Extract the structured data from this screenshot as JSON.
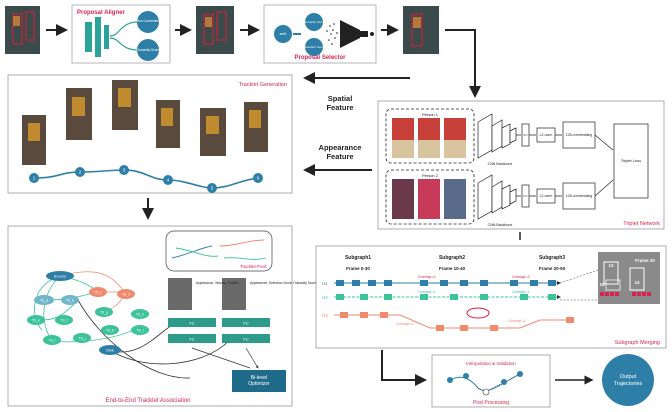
{
  "colors": {
    "teal": "#2e7fa8",
    "teal_light": "#6fb6c8",
    "green": "#3cc39a",
    "salmon": "#f08a6f",
    "red_text": "#d6244f",
    "purple": "#8a4fb5"
  },
  "top": {
    "aligner_title": "Proposal Aligner",
    "aligner_box_coord": "Box Coordinate",
    "aligner_humanity": "Humanity Score",
    "selector_title": "Proposal Selector",
    "selector_input": "auth",
    "selector_humanity": "Humanity Score",
    "selector_detection": "Detection Score"
  },
  "tracklet_gen": {
    "title": "Tracklet Generation",
    "nodes": [
      "1",
      "2",
      "3",
      "4",
      "5",
      "6"
    ]
  },
  "middle": {
    "spatial": "Spatial\nFeature",
    "appearance": "Appearance\nFeature"
  },
  "triplet": {
    "title": "Triplet Network",
    "person1": "Person 1",
    "person2": "Person 2",
    "backbone": "CNN Backbone",
    "fc": "FC",
    "l2norm": "L2-norm",
    "embedding": "128-d embedding",
    "loss": "Triplet Loss"
  },
  "e2e": {
    "title": "End-to-End Tracklet Association",
    "pool_title": "Tracklet Pool",
    "source": "Source",
    "sink": "Sink",
    "feat_left": "Appearance, Velocity, Position",
    "feat_right": "Appearance, Detection Score, Humanity Score",
    "fc": "FC",
    "optimizer": "Bi-level Optimizer",
    "nodes": [
      "TS_a",
      "TS_b",
      "TS_c",
      "TS_d",
      "TS_e",
      "TS_f",
      "TS_g",
      "TS_h",
      "TS_i",
      "TS_j",
      "TS_k",
      "TS_l"
    ]
  },
  "subgraph": {
    "title": "Subgraph Merging",
    "s1": "Subgraph1",
    "s2": "Subgraph2",
    "s3": "Subgraph3",
    "f1": "Frame 0-30",
    "f2": "Frame 10-40",
    "f3": "Frame 20-50",
    "frame20": "Frame 20",
    "rows": [
      "H1",
      "H2",
      "H3"
    ],
    "overlap": "Overlap=1",
    "overlap2": "Overlap=2",
    "boxes": [
      "13",
      "18",
      "14"
    ]
  },
  "post": {
    "title": "Post Processing",
    "interp": "Interpolation & Validation"
  },
  "output": "Output Trajectories"
}
